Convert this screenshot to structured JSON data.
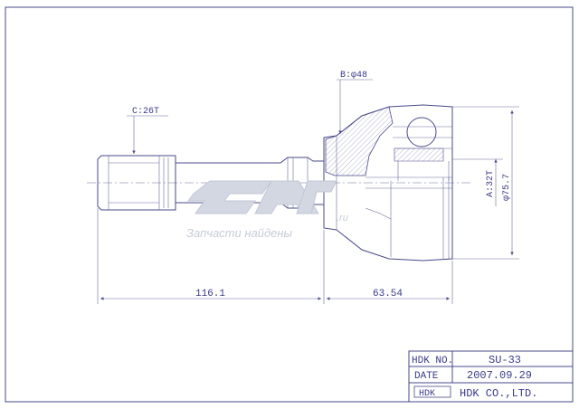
{
  "dimensions": {
    "spline_count_label": "C:26T",
    "outer_diameter_label": "B:φ48",
    "abs_ring_label": "A:32T",
    "bell_diameter_label": "φ75.7",
    "shaft_length": "116.1",
    "bell_length": "63.54"
  },
  "title_block": {
    "hdk_no_label": "HDK NO.",
    "hdk_no_value": "SU-33",
    "date_label": "DATE",
    "date_value": "2007.09.29",
    "logo_text": "HDK",
    "company": "HDK CO.,LTD."
  },
  "watermark": {
    "caption": "Запчасти найдены",
    "domain_suffix": ".ru"
  },
  "colors": {
    "line": "#4a4a8a",
    "text": "#3a3a8a",
    "watermark": "#c7ccd8"
  }
}
